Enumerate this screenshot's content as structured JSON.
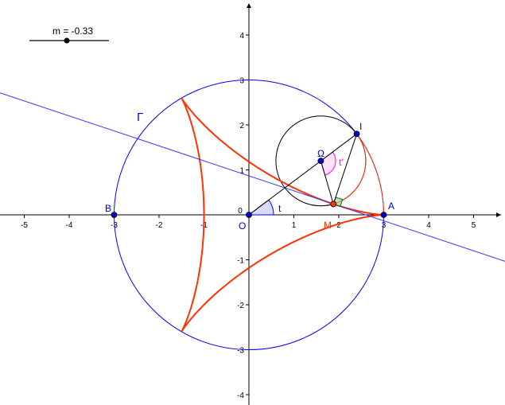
{
  "slider": {
    "label": "m = -0.33",
    "value": -0.33,
    "min": -1,
    "max": 1
  },
  "construction": {
    "t_degrees": 36.87,
    "big_radius": 3,
    "small_radius": 1
  },
  "labels": {
    "gamma": "Γ",
    "B": "B",
    "O": "O",
    "A": "A",
    "I": "I",
    "Omega": "Ω",
    "M": "M",
    "t": "t",
    "t_prime": "t'"
  },
  "axes": {
    "x_ticks": [
      "-5",
      "-4",
      "-3",
      "-2",
      "-1",
      "0",
      "1",
      "2",
      "3",
      "4",
      "5"
    ],
    "y_ticks": [
      "-4",
      "-3",
      "-2",
      "-1",
      "1",
      "2",
      "3",
      "4"
    ]
  },
  "colors": {
    "circle": "#0000ff",
    "deltoid": "#ff3300",
    "line": "#3333ff",
    "point": "#0000cc",
    "angle_t": "#ccccff",
    "angle_tp": "#ff00ff",
    "right_angle": "#007700"
  }
}
